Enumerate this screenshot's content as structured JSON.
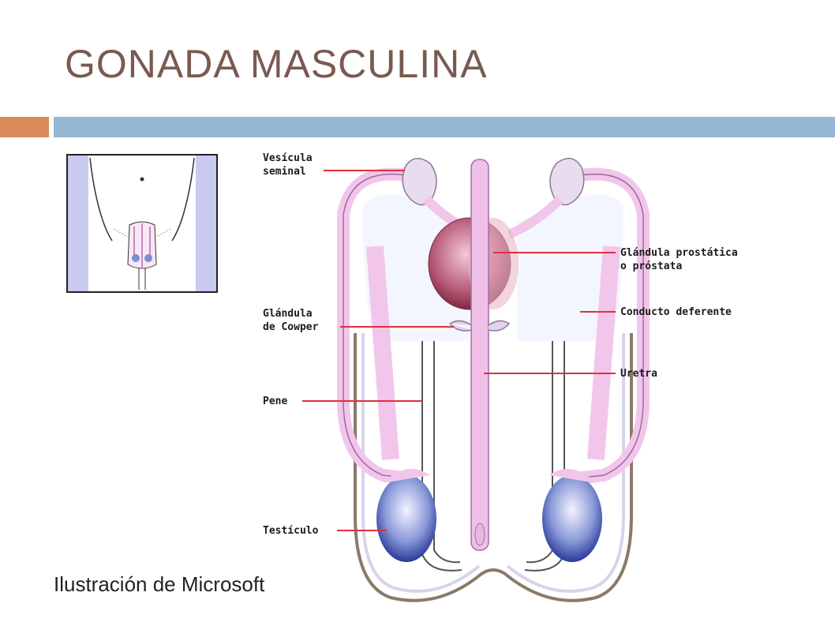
{
  "slide": {
    "title": "GONADA MASCULINA",
    "credit": "Ilustración de Microsoft"
  },
  "diagram": {
    "labels": {
      "vesicula_1": "Vesícula",
      "vesicula_2": "seminal",
      "glandula_cowper_1": "Glándula",
      "glandula_cowper_2": "de Cowper",
      "pene": "Pene",
      "testiculo": "Testículo",
      "prostata_1": "Glándula prostática",
      "prostata_2": "o próstata",
      "conducto": "Conducto deferente",
      "uretra": "Uretra"
    }
  },
  "colors": {
    "title": "#7a5a50",
    "accent_orange": "#d98a5a",
    "accent_blue": "#96b6d4",
    "leader_line": "#e0303a",
    "duct_pink": "#f2c6ea",
    "prostate": "#b04a68",
    "testis": "#4a63b8"
  }
}
